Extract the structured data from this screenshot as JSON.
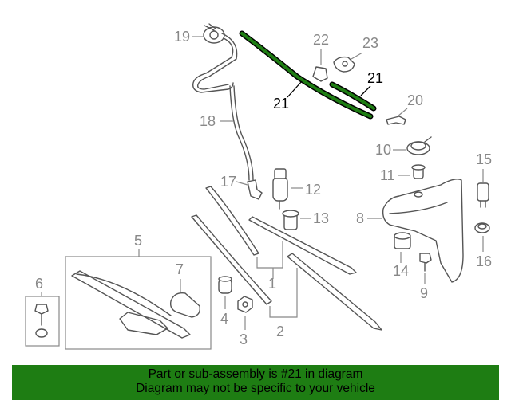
{
  "callouts": {
    "c1": "1",
    "c2": "2",
    "c3": "3",
    "c4": "4",
    "c5": "5",
    "c6": "6",
    "c7": "7",
    "c8": "8",
    "c9": "9",
    "c10": "10",
    "c11": "11",
    "c12": "12",
    "c13": "13",
    "c14": "14",
    "c15": "15",
    "c16": "16",
    "c17": "17",
    "c18": "18",
    "c19": "19",
    "c20": "20",
    "c21a": "21",
    "c21b": "21",
    "c22": "22",
    "c23": "23"
  },
  "colors": {
    "highlight": "#1e7d13",
    "banner_bg": "#1e7d13",
    "callout": "#888888"
  },
  "banner": {
    "line1": "Part or sub-assembly is #21 in diagram",
    "line2": "Diagram may not be specific to your vehicle"
  }
}
